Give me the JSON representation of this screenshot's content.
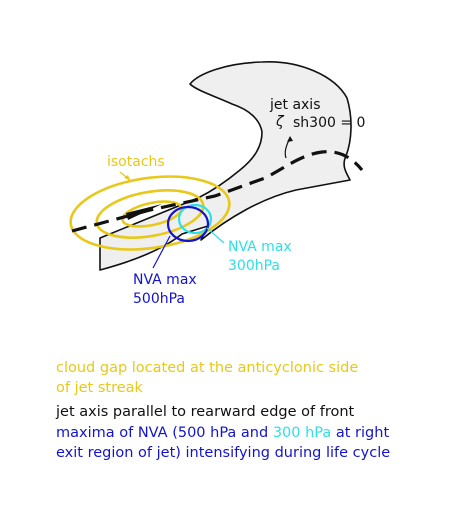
{
  "labels": {
    "jet_axis": "jet axis",
    "zeta_symbol": "ζ",
    "shear_zero": "sh300 = 0",
    "isotachs": "isotachs",
    "nva_300_line1": "NVA max",
    "nva_300_line2": "300hPa",
    "nva_500_line1": "NVA max",
    "nva_500_line2": "500hPa"
  },
  "captions": {
    "cloud_gap_line1": "cloud gap located at the anticyclonic side",
    "cloud_gap_line2": "of jet streak",
    "jet_axis_parallel": "jet axis parallel to rearward edge of front",
    "nva_part1": "maxima of NVA (500 hPa and ",
    "nva_part2_highlight": "300 hPa",
    "nva_part3": " at right",
    "nva_line2": "exit region of jet) intensifying during life cycle"
  },
  "colors": {
    "isotachs": "#e8c81a",
    "nva_300": "#2ee0e6",
    "nva_500": "#1414cc",
    "black": "#111111",
    "cloud_fill": "#efefef"
  }
}
